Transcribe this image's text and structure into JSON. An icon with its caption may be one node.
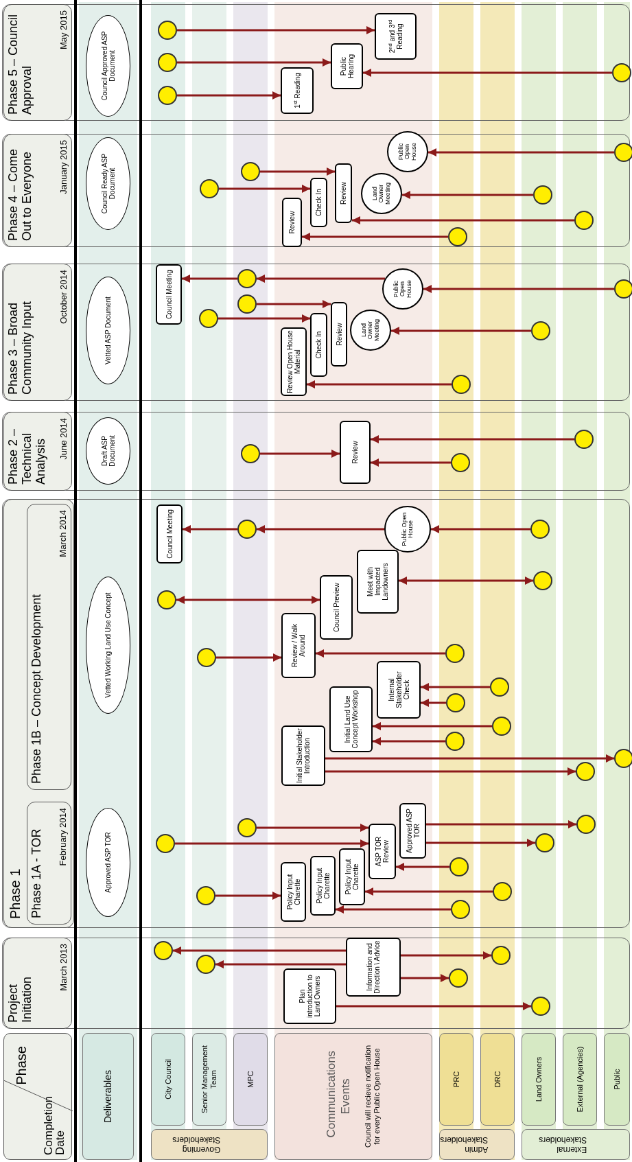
{
  "diagram": {
    "nodes": [
      {
        "text": [
          "Phase",
          "Completion Date"
        ]
      },
      {
        "text": [
          "Deliverables"
        ]
      },
      {
        "text": [
          "Governing Stakeholders"
        ]
      },
      {
        "text": [
          "City Council"
        ]
      },
      {
        "text": [
          "Senior Management Team"
        ]
      },
      {
        "text": [
          "MPC"
        ]
      },
      {
        "text": [
          "Communications Events",
          "Council will recieve notification for every Public Open House"
        ]
      },
      {
        "text": [
          "Admin Stakeholders"
        ]
      },
      {
        "text": [
          "PRC"
        ]
      },
      {
        "text": [
          "DRC"
        ]
      },
      {
        "text": [
          "External Stakeholders"
        ]
      },
      {
        "text": [
          "Land Owners"
        ]
      },
      {
        "text": [
          "External (Agencies)"
        ]
      },
      {
        "text": [
          "Public"
        ]
      },
      {
        "text": [
          "Project Initiation",
          "March 2013"
        ]
      },
      {
        "text": [
          "Phase 1"
        ]
      },
      {
        "text": [
          "Phase 1A - TOR",
          "February 2014"
        ],
        "in": 15
      },
      {
        "text": [
          "Phase 1B – Concept Development",
          "March 2014"
        ],
        "in": 15
      },
      {
        "text": [
          "Phase 2 – Technical Analysis",
          "June 2014"
        ]
      },
      {
        "text": [
          "Phase 3 – Broad Community Input",
          "October 2014"
        ]
      },
      {
        "text": [
          "Phase 4 – Come Out to Everyone",
          "January 2015"
        ]
      },
      {
        "text": [
          "Phase 5 – Council Approval",
          "May 2015"
        ]
      },
      {
        "text": [
          "Approved ASP TOR"
        ]
      },
      {
        "text": [
          "Vetted Working Land Use Concept"
        ]
      },
      {
        "text": [
          "Draft ASP Document"
        ]
      },
      {
        "text": [
          "Vetted ASP Document"
        ]
      },
      {
        "text": [
          "Council Ready ASP Document"
        ]
      },
      {
        "text": [
          "Council Approved ASP Document"
        ]
      },
      {
        "text": [
          "Plan introduction to Land Owners"
        ]
      },
      {
        "text": [
          "Information and Direction \\ Advice"
        ]
      },
      {
        "text": [],
        "shape": "circle"
      },
      {
        "text": [],
        "shape": "circle"
      },
      {
        "text": [],
        "shape": "circle"
      },
      {
        "text": [],
        "shape": "circle"
      },
      {
        "text": [],
        "shape": "circle"
      },
      {
        "text": [
          "Policy Input Charette"
        ]
      },
      {
        "text": [
          "Policy Input Charette"
        ]
      },
      {
        "text": [
          "Policy Input Charette"
        ]
      },
      {
        "text": [
          "ASP TOR Review"
        ]
      },
      {
        "text": [
          "Approved ASP TOR"
        ]
      },
      {
        "text": [],
        "shape": "circle"
      },
      {
        "text": [],
        "shape": "circle"
      },
      {
        "text": [],
        "shape": "circle"
      },
      {
        "text": [],
        "shape": "circle"
      },
      {
        "text": [],
        "shape": "circle"
      },
      {
        "text": [],
        "shape": "circle"
      },
      {
        "text": [],
        "shape": "circle"
      },
      {
        "text": [],
        "shape": "circle"
      },
      {
        "text": [
          "Initial Stakeholder Introduction"
        ]
      },
      {
        "text": [
          "Initial Land Use Concept Workshop"
        ]
      },
      {
        "text": [
          "Internal Stakeholder Check"
        ]
      },
      {
        "text": [
          "Review / Walk Around"
        ]
      },
      {
        "text": [
          "Council Preview"
        ]
      },
      {
        "text": [
          "Meet with Impacted Landowners"
        ]
      },
      {
        "text": [
          "Public Open House"
        ]
      },
      {
        "text": [
          "Council Meeting"
        ]
      },
      {
        "text": [],
        "shape": "circle"
      },
      {
        "text": [],
        "shape": "circle"
      },
      {
        "text": [],
        "shape": "circle"
      },
      {
        "text": [],
        "shape": "circle"
      },
      {
        "text": [],
        "shape": "circle"
      },
      {
        "text": [],
        "shape": "circle"
      },
      {
        "text": [],
        "shape": "circle"
      },
      {
        "text": [],
        "shape": "circle"
      },
      {
        "text": [],
        "shape": "circle"
      },
      {
        "text": [],
        "shape": "circle"
      },
      {
        "text": [],
        "shape": "circle"
      },
      {
        "text": [],
        "shape": "circle"
      },
      {
        "text": [
          "Review"
        ]
      },
      {
        "text": [],
        "shape": "circle"
      },
      {
        "text": [],
        "shape": "circle"
      },
      {
        "text": [],
        "shape": "circle"
      },
      {
        "text": [
          "Council Meeting"
        ]
      },
      {
        "text": [
          "Public Open House"
        ]
      },
      {
        "text": [
          "Review Open House Material"
        ]
      },
      {
        "text": [
          "Check In"
        ]
      },
      {
        "text": [
          "Review"
        ]
      },
      {
        "text": [
          "Land Owner Meeting"
        ]
      },
      {
        "text": [],
        "shape": "circle"
      },
      {
        "text": [],
        "shape": "circle"
      },
      {
        "text": [],
        "shape": "circle"
      },
      {
        "text": [],
        "shape": "circle"
      },
      {
        "text": [],
        "shape": "circle"
      },
      {
        "text": [],
        "shape": "circle"
      },
      {
        "text": [
          "Review"
        ]
      },
      {
        "text": [
          "Check In"
        ]
      },
      {
        "text": [
          "Review"
        ]
      },
      {
        "text": [
          "Land Owner Meeting"
        ]
      },
      {
        "text": [
          "Public Open House"
        ]
      },
      {
        "text": [],
        "shape": "circle"
      },
      {
        "text": [],
        "shape": "circle"
      },
      {
        "text": [],
        "shape": "circle"
      },
      {
        "text": [],
        "shape": "circle"
      },
      {
        "text": [],
        "shape": "circle"
      },
      {
        "text": [],
        "shape": "circle"
      },
      {
        "text": [
          "1$^{st}$ Reading"
        ]
      },
      {
        "text": [
          "Public Hearing"
        ]
      },
      {
        "text": [
          "2$^{nd}$ and 3$^{rd}$ Reading"
        ]
      },
      {
        "text": [],
        "shape": "circle"
      },
      {
        "text": [],
        "shape": "circle"
      },
      {
        "text": [],
        "shape": "circle"
      },
      {
        "text": [],
        "shape": "circle"
      }
    ],
    "edges": [
      {
        "from": 29,
        "to": 30,
        "arrow": "to"
      },
      {
        "from": 29,
        "to": 31,
        "arrow": "to"
      },
      {
        "from": 29,
        "to": 32,
        "arrow": "to"
      },
      {
        "from": 29,
        "to": 33,
        "arrow": "to"
      },
      {
        "from": 28,
        "to": 34,
        "arrow": "to"
      },
      {
        "from": 41,
        "to": 35,
        "arrow": "to"
      },
      {
        "from": 45,
        "to": 36,
        "arrow": "to"
      },
      {
        "from": 44,
        "to": 37,
        "arrow": "to"
      },
      {
        "from": 43,
        "to": 38,
        "arrow": "to"
      },
      {
        "from": 40,
        "to": 38,
        "arrow": "to"
      },
      {
        "from": 42,
        "to": 38,
        "arrow": "to"
      },
      {
        "from": 39,
        "to": 46,
        "arrow": "to"
      },
      {
        "from": 39,
        "to": 47,
        "arrow": "to"
      },
      {
        "from": 56,
        "to": 55,
        "arrow": "to"
      },
      {
        "from": 54,
        "to": 56,
        "arrow": "to"
      },
      {
        "from": 57,
        "to": 54,
        "arrow": "to"
      },
      {
        "from": 58,
        "to": 52,
        "arrow": "both"
      },
      {
        "from": 53,
        "to": 59,
        "arrow": "both"
      },
      {
        "from": 60,
        "to": 51,
        "arrow": "to"
      },
      {
        "from": 61,
        "to": 51,
        "arrow": "to"
      },
      {
        "from": 62,
        "to": 50,
        "arrow": "to"
      },
      {
        "from": 63,
        "to": 50,
        "arrow": "to"
      },
      {
        "from": 64,
        "to": 49,
        "arrow": "to"
      },
      {
        "from": 65,
        "to": 49,
        "arrow": "to"
      },
      {
        "from": 48,
        "to": 67,
        "arrow": "to"
      },
      {
        "from": 48,
        "to": 66,
        "arrow": "to"
      },
      {
        "from": 69,
        "to": 68,
        "arrow": "to"
      },
      {
        "from": 70,
        "to": 68,
        "arrow": "to"
      },
      {
        "from": 71,
        "to": 68,
        "arrow": "to"
      },
      {
        "from": 78,
        "to": 72,
        "arrow": "to"
      },
      {
        "from": 73,
        "to": 78,
        "arrow": "to"
      },
      {
        "from": 81,
        "to": 73,
        "arrow": "to"
      },
      {
        "from": 79,
        "to": 76,
        "arrow": "to"
      },
      {
        "from": 80,
        "to": 75,
        "arrow": "to"
      },
      {
        "from": 82,
        "to": 77,
        "arrow": "to"
      },
      {
        "from": 83,
        "to": 74,
        "arrow": "to"
      },
      {
        "from": 90,
        "to": 86,
        "arrow": "to"
      },
      {
        "from": 89,
        "to": 85,
        "arrow": "to"
      },
      {
        "from": 91,
        "to": 87,
        "arrow": "to"
      },
      {
        "from": 92,
        "to": 88,
        "arrow": "to"
      },
      {
        "from": 93,
        "to": 86,
        "arrow": "to"
      },
      {
        "from": 94,
        "to": 84,
        "arrow": "to"
      },
      {
        "from": 98,
        "to": 97,
        "arrow": "to"
      },
      {
        "from": 99,
        "to": 96,
        "arrow": "to"
      },
      {
        "from": 100,
        "to": 95,
        "arrow": "to"
      },
      {
        "from": 101,
        "to": 96,
        "arrow": "to"
      }
    ]
  }
}
